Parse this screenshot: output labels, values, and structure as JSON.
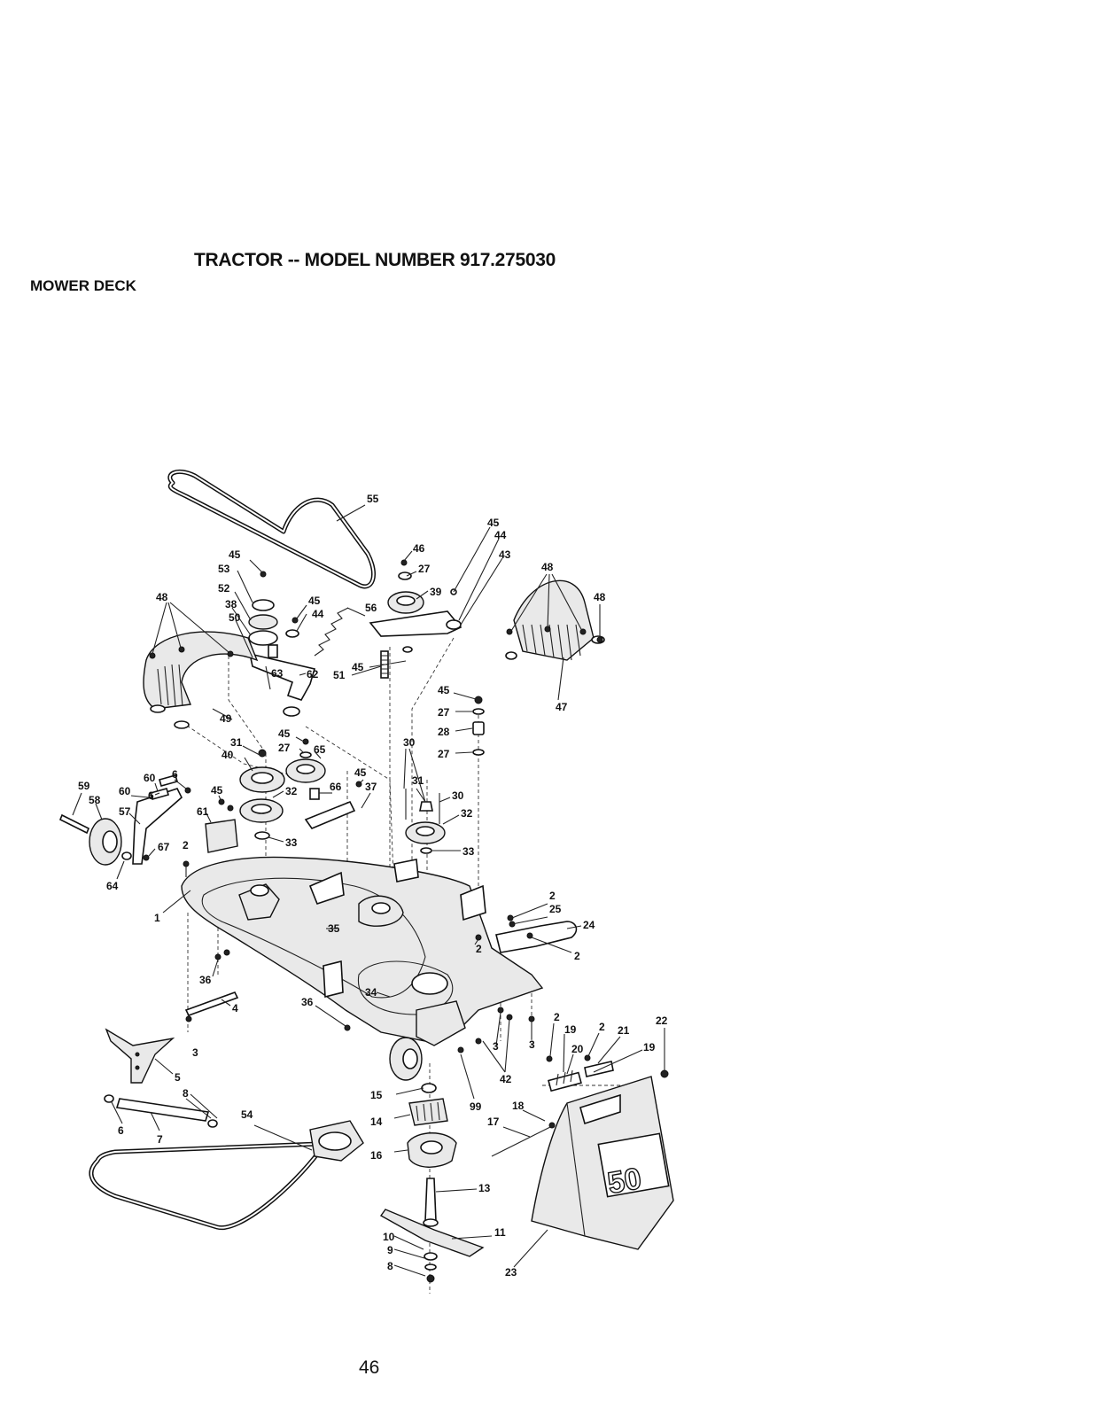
{
  "header": {
    "title": "TRACTOR -- MODEL NUMBER 917.275030",
    "section": "MOWER DECK"
  },
  "footer": {
    "page_number": "46"
  },
  "diagram": {
    "badge_text": "50",
    "callouts": [
      {
        "id": "c55",
        "label": "55"
      },
      {
        "id": "c45a",
        "label": "45"
      },
      {
        "id": "c44a",
        "label": "44"
      },
      {
        "id": "c43",
        "label": "43"
      },
      {
        "id": "c46",
        "label": "46"
      },
      {
        "id": "c27a",
        "label": "27"
      },
      {
        "id": "c39",
        "label": "39"
      },
      {
        "id": "c48a",
        "label": "48"
      },
      {
        "id": "c48b",
        "label": "48"
      },
      {
        "id": "c45b",
        "label": "45"
      },
      {
        "id": "c53",
        "label": "53"
      },
      {
        "id": "c52",
        "label": "52"
      },
      {
        "id": "c38",
        "label": "38"
      },
      {
        "id": "c50",
        "label": "50"
      },
      {
        "id": "c48c",
        "label": "48"
      },
      {
        "id": "c45c",
        "label": "45"
      },
      {
        "id": "c44b",
        "label": "44"
      },
      {
        "id": "c56",
        "label": "56"
      },
      {
        "id": "c45d",
        "label": "45"
      },
      {
        "id": "c51",
        "label": "51"
      },
      {
        "id": "c63",
        "label": "63"
      },
      {
        "id": "c62",
        "label": "62"
      },
      {
        "id": "c49",
        "label": "49"
      },
      {
        "id": "c45e",
        "label": "45"
      },
      {
        "id": "c27b",
        "label": "27"
      },
      {
        "id": "c28",
        "label": "28"
      },
      {
        "id": "c27c",
        "label": "27"
      },
      {
        "id": "c47",
        "label": "47"
      },
      {
        "id": "c31a",
        "label": "31"
      },
      {
        "id": "c45f",
        "label": "45"
      },
      {
        "id": "c40",
        "label": "40"
      },
      {
        "id": "c27d",
        "label": "27"
      },
      {
        "id": "c65",
        "label": "65"
      },
      {
        "id": "c30a",
        "label": "30"
      },
      {
        "id": "c59",
        "label": "59"
      },
      {
        "id": "c60a",
        "label": "60"
      },
      {
        "id": "c6a",
        "label": "6"
      },
      {
        "id": "c45g",
        "label": "45"
      },
      {
        "id": "c45h",
        "label": "45"
      },
      {
        "id": "c66",
        "label": "66"
      },
      {
        "id": "c37",
        "label": "37"
      },
      {
        "id": "c31b",
        "label": "31"
      },
      {
        "id": "c58",
        "label": "58"
      },
      {
        "id": "c60b",
        "label": "60"
      },
      {
        "id": "c6b",
        "label": "6"
      },
      {
        "id": "c32a",
        "label": "32"
      },
      {
        "id": "c30b",
        "label": "30"
      },
      {
        "id": "c57",
        "label": "57"
      },
      {
        "id": "c61",
        "label": "61"
      },
      {
        "id": "c32b",
        "label": "32"
      },
      {
        "id": "c33a",
        "label": "33"
      },
      {
        "id": "c33b",
        "label": "33"
      },
      {
        "id": "c67",
        "label": "67"
      },
      {
        "id": "c2a",
        "label": "2"
      },
      {
        "id": "c64",
        "label": "64"
      },
      {
        "id": "c2b",
        "label": "2"
      },
      {
        "id": "c25",
        "label": "25"
      },
      {
        "id": "c24",
        "label": "24"
      },
      {
        "id": "c1",
        "label": "1"
      },
      {
        "id": "c35",
        "label": "35"
      },
      {
        "id": "c2c",
        "label": "2"
      },
      {
        "id": "c2d",
        "label": "2"
      },
      {
        "id": "c36a",
        "label": "36"
      },
      {
        "id": "c4",
        "label": "4"
      },
      {
        "id": "c34",
        "label": "34"
      },
      {
        "id": "c36b",
        "label": "36"
      },
      {
        "id": "c22",
        "label": "22"
      },
      {
        "id": "c2e",
        "label": "2"
      },
      {
        "id": "c19a",
        "label": "19"
      },
      {
        "id": "c2f",
        "label": "2"
      },
      {
        "id": "c21",
        "label": "21"
      },
      {
        "id": "c20",
        "label": "20"
      },
      {
        "id": "c19b",
        "label": "19"
      },
      {
        "id": "c3a",
        "label": "3"
      },
      {
        "id": "c3b",
        "label": "3"
      },
      {
        "id": "c3c",
        "label": "3"
      },
      {
        "id": "c42",
        "label": "42"
      },
      {
        "id": "c5",
        "label": "5"
      },
      {
        "id": "c15",
        "label": "15"
      },
      {
        "id": "c99",
        "label": "99"
      },
      {
        "id": "c18",
        "label": "18"
      },
      {
        "id": "c8a",
        "label": "8"
      },
      {
        "id": "c54",
        "label": "54"
      },
      {
        "id": "c14",
        "label": "14"
      },
      {
        "id": "c17",
        "label": "17"
      },
      {
        "id": "c6c",
        "label": "6"
      },
      {
        "id": "c7",
        "label": "7"
      },
      {
        "id": "c16",
        "label": "16"
      },
      {
        "id": "c13",
        "label": "13"
      },
      {
        "id": "c11",
        "label": "11"
      },
      {
        "id": "c10",
        "label": "10"
      },
      {
        "id": "c9",
        "label": "9"
      },
      {
        "id": "c8b",
        "label": "8"
      },
      {
        "id": "c23",
        "label": "23"
      }
    ]
  }
}
